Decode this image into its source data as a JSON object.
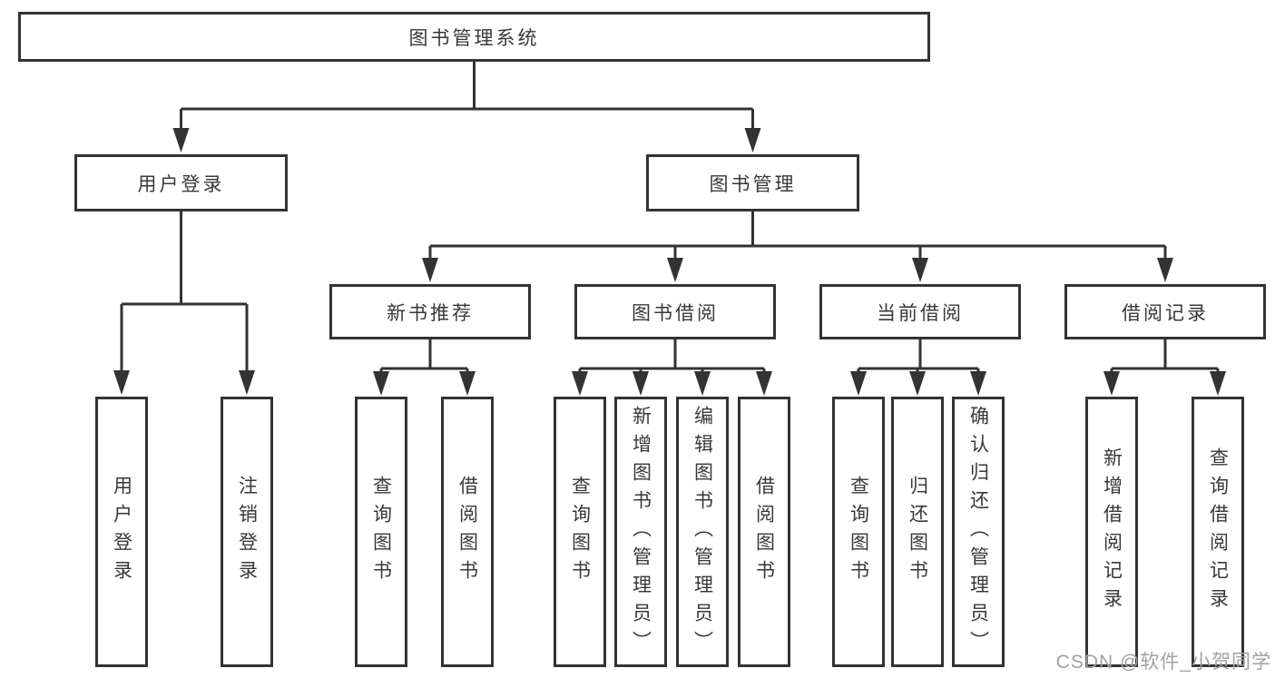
{
  "colors": {
    "line": "#333333",
    "box_border": "#333333",
    "text": "#383838",
    "watermark": "#a0a0a0",
    "background": "#ffffff"
  },
  "watermark": "CSDN @软件_小贺同学",
  "tree": {
    "label": "图书管理系统",
    "children": [
      {
        "label": "用户登录",
        "children": [
          {
            "label": "用户登录"
          },
          {
            "label": "注销登录"
          }
        ]
      },
      {
        "label": "图书管理",
        "children": [
          {
            "label": "新书推荐",
            "children": [
              {
                "label": "查询图书"
              },
              {
                "label": "借阅图书"
              }
            ]
          },
          {
            "label": "图书借阅",
            "children": [
              {
                "label": "查询图书"
              },
              {
                "label": "新增图书（管理员）"
              },
              {
                "label": "编辑图书（管理员）"
              },
              {
                "label": "借阅图书"
              }
            ]
          },
          {
            "label": "当前借阅",
            "children": [
              {
                "label": "查询图书"
              },
              {
                "label": "归还图书"
              },
              {
                "label": "确认归还（管理员）"
              }
            ]
          },
          {
            "label": "借阅记录",
            "children": [
              {
                "label": "新增借阅记录"
              },
              {
                "label": "查询借阅记录"
              }
            ]
          }
        ]
      }
    ]
  }
}
